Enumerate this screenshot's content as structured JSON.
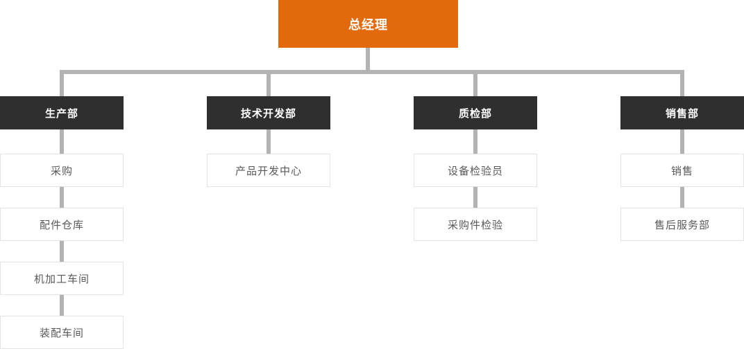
{
  "colors": {
    "root_bg": "#e2690c",
    "dept_bg": "#2f2f2f",
    "connector": "#b3b3b3",
    "node_border": "#e3e3e3",
    "node_text": "#595959"
  },
  "org_chart": {
    "type": "org-tree",
    "root": {
      "label": "总经理"
    },
    "departments": [
      {
        "label": "生产部",
        "children": [
          "采购",
          "配件仓库",
          "机加工车间",
          "装配车间"
        ]
      },
      {
        "label": "技术开发部",
        "children": [
          "产品开发中心"
        ]
      },
      {
        "label": "质检部",
        "children": [
          "设备检验员",
          "采购件检验"
        ]
      },
      {
        "label": "销售部",
        "children": [
          "销售",
          "售后服务部"
        ]
      }
    ]
  }
}
